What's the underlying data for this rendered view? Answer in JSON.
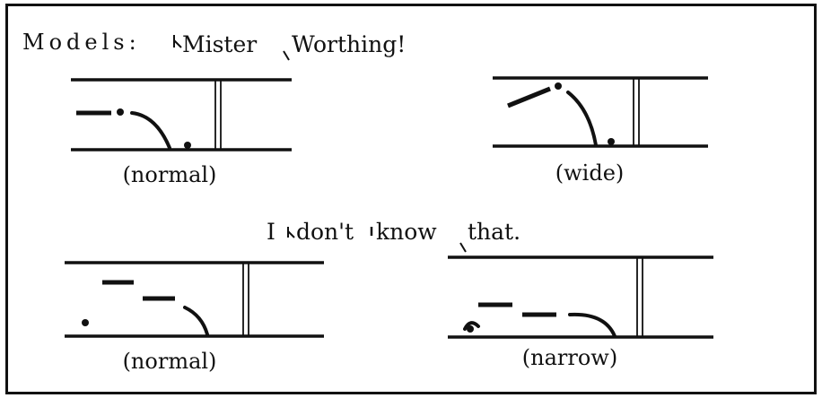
{
  "models_label": "Models:",
  "sentence1": {
    "words": [
      "Mister",
      "Worthing!"
    ]
  },
  "sentence2": {
    "words": [
      "I",
      "don't",
      "know",
      "that."
    ]
  },
  "captions": {
    "panel1": "(normal)",
    "panel2": "(wide)",
    "panel3": "(normal)",
    "panel4": "(narrow)"
  }
}
